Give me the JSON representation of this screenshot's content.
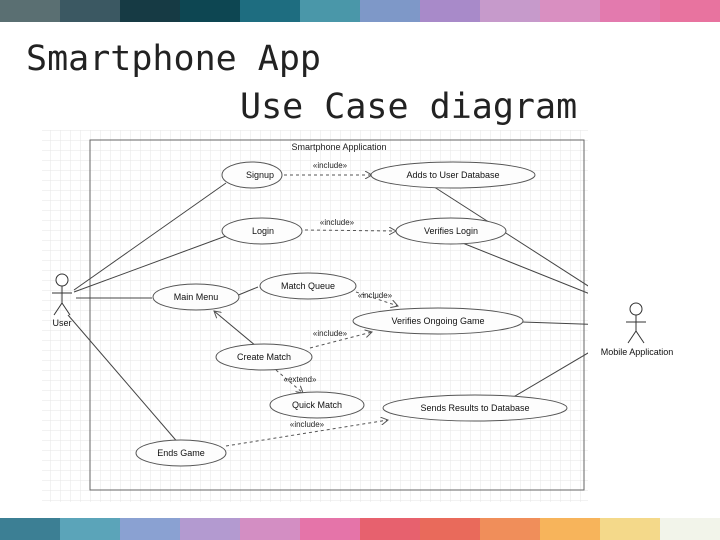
{
  "slide": {
    "title_line1": "Smartphone App",
    "title_line2": "Use Case diagram"
  },
  "bars": {
    "top": [
      "#5a6f72",
      "#3b5862",
      "#163a44",
      "#0d4652",
      "#1e6d80",
      "#4a97a9",
      "#7e98c8",
      "#a88ac9",
      "#c69acb",
      "#d98fc1",
      "#e37aae",
      "#e8739f"
    ],
    "bottom": [
      "#3c7f94",
      "#5ba4b9",
      "#8aa1d2",
      "#b39ad0",
      "#d38ec3",
      "#e574a9",
      "#e7616e",
      "#e96a5b",
      "#f08e5a",
      "#f7b45b",
      "#f4d98a",
      "#f2f4ea"
    ]
  },
  "diagram": {
    "system_label": "Smartphone Application",
    "actor_user": "User",
    "actor_mobile": "Mobile Application",
    "use_cases": {
      "signup": "Signup",
      "adds_db": "Adds to User Database",
      "login": "Login",
      "verifies_login": "Verifies Login",
      "match_queue": "Match Queue",
      "main_menu": "Main Menu",
      "verifies_game": "Verifies Ongoing Game",
      "create_match": "Create Match",
      "quick_match": "Quick Match",
      "sends_results": "Sends Results to Database",
      "ends_game": "Ends Game"
    },
    "stereotypes": {
      "inc1": "«include»",
      "inc2": "«include»",
      "inc3": "«include»",
      "inc4": "«include»",
      "inc5": "«include»",
      "extend": "«extend»"
    }
  }
}
